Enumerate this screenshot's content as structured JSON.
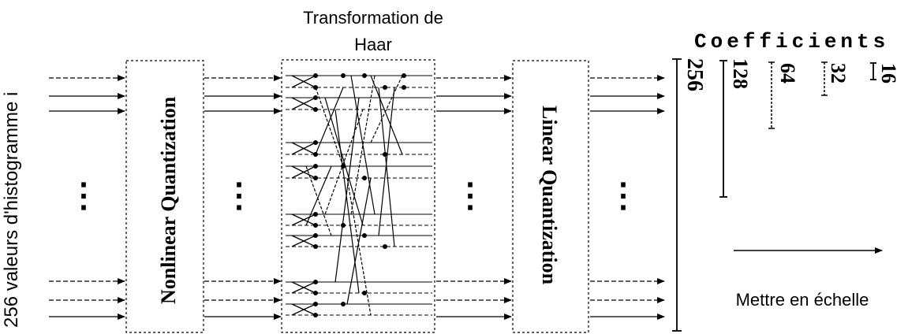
{
  "input_label": "256 valeurs d'histogramme i",
  "haar_title_line1": "Transformation de",
  "haar_title_line2": "Haar",
  "nonlinear_label": "Nonlinear Quantization",
  "linear_label": "Linear Quantization",
  "coefficients_title": "Coefficients",
  "coefficient_sizes": [
    "256",
    "128",
    "64",
    "32",
    "16"
  ],
  "scale_label": "Mettre en échelle",
  "ellipsis": "⋮"
}
